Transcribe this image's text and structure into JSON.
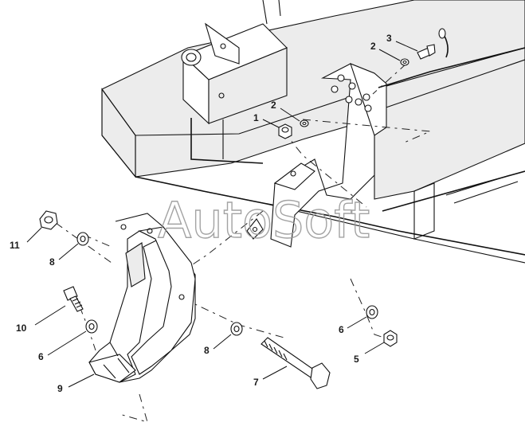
{
  "watermark": "AutoSoft",
  "callouts": {
    "c1": "1",
    "c2a": "2",
    "c2b": "2",
    "c3": "3",
    "c5": "5",
    "c6a": "6",
    "c6b": "6",
    "c7": "7",
    "c8a": "8",
    "c8b": "8",
    "c9": "9",
    "c10": "10",
    "c11": "11"
  }
}
